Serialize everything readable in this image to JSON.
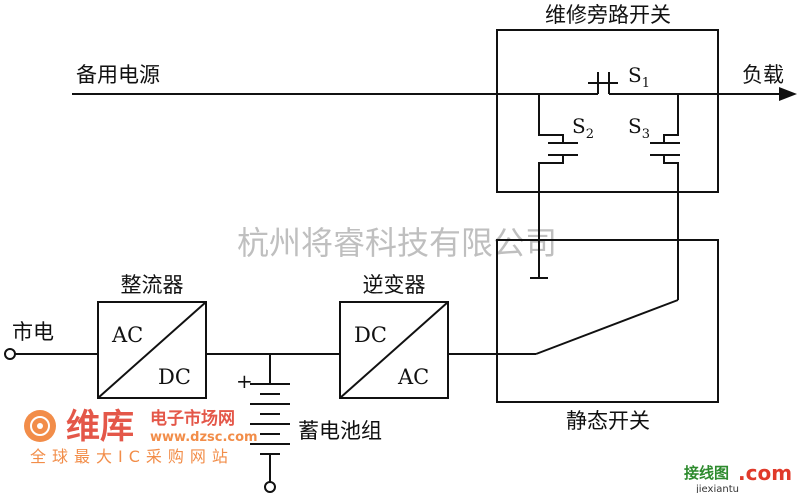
{
  "labels": {
    "bypass_switch": "维修旁路开关",
    "backup_power": "备用电源",
    "load": "负载",
    "rectifier": "整流器",
    "inverter": "逆变器",
    "mains": "市电",
    "battery": "蓄电池组",
    "static_switch": "静态开关",
    "rect_in": "AC",
    "rect_out": "DC",
    "inv_in": "DC",
    "inv_out": "AC",
    "plus": "+"
  },
  "switches": {
    "s1": {
      "letter": "S",
      "sub": "1"
    },
    "s2": {
      "letter": "S",
      "sub": "2"
    },
    "s3": {
      "letter": "S",
      "sub": "3"
    }
  },
  "watermarks": {
    "center": "杭州将睿科技有限公司",
    "brand_cn": "维库",
    "brand_tag": "电子市场网",
    "brand_url": "www.dzsc.com",
    "brand_slogan": "全球最大IC采购网站",
    "corner_cn": "接线图",
    "corner_dot": ".com",
    "corner_url": "jiexiantu"
  },
  "colors": {
    "line": "#111111",
    "watermark_gray": "#bfbfbf",
    "brand_orange": "#f07a2a",
    "brand_red": "#e03a2a"
  }
}
